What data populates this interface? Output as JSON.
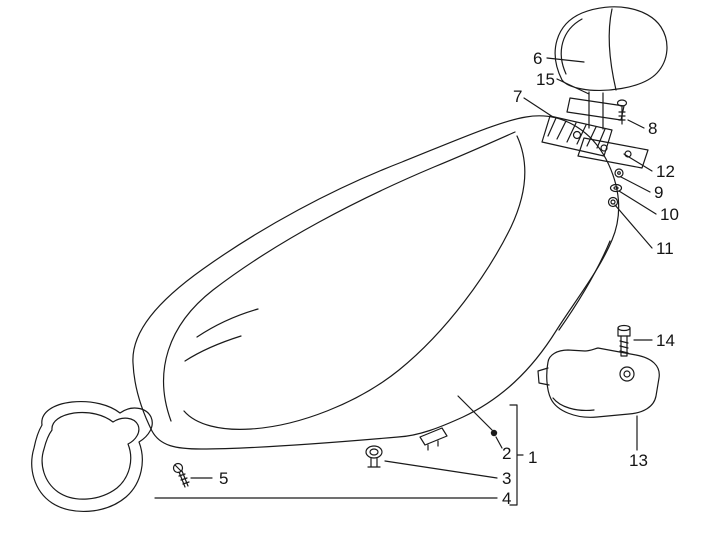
{
  "figure": {
    "type": "exploded-parts-diagram",
    "subject": "scooter saddle / seat assembly",
    "ink_color": "#1a1a1a",
    "background_color": "#ffffff"
  },
  "callouts": {
    "n1": "1",
    "n2": "2",
    "n3": "3",
    "n4": "4",
    "n5": "5",
    "n6": "6",
    "n7": "7",
    "n8": "8",
    "n9": "9",
    "n10": "10",
    "n11": "11",
    "n12": "12",
    "n13": "13",
    "n14": "14",
    "n15": "15"
  }
}
